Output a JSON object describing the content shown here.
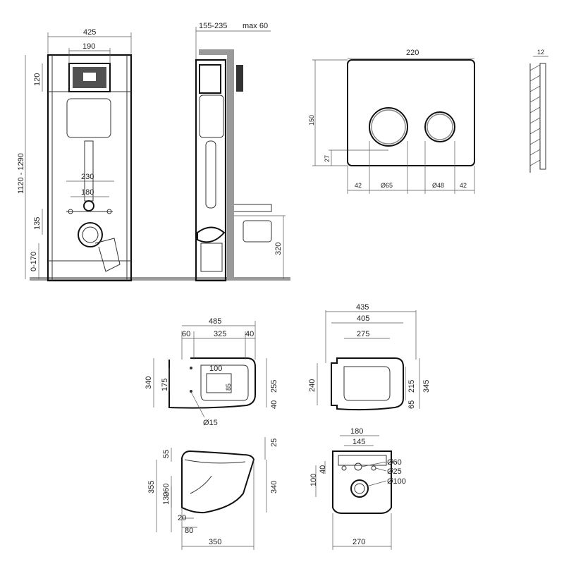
{
  "installation": {
    "width_total": "425",
    "width_panel": "190",
    "height_range": "1120 - 1290",
    "panel_height": "120",
    "stud_spacing_outer": "230",
    "stud_spacing_inner": "180",
    "drain_height": "135",
    "floor_adjust": "0-170",
    "depth_range": "155-235",
    "wall_max": "max 60",
    "side_drain_height": "320"
  },
  "flush_plate": {
    "width": "220",
    "height": "150",
    "thickness": "12",
    "button_offset": "27",
    "left_margin": "42",
    "big_button": "Ø65",
    "small_button": "Ø48",
    "right_margin": "42"
  },
  "bowl_top": {
    "length": "485",
    "left_offset": "60",
    "mid": "325",
    "right_offset": "40",
    "width": "340",
    "bolt_spacing": "175",
    "hole_dia": "Ø15",
    "seat_inner": "100",
    "seat_inner_h": "85",
    "seat_len": "255",
    "seat_bottom": "40"
  },
  "seat_top": {
    "length": "435",
    "inner1": "405",
    "inner2": "275",
    "width": "240",
    "height": "345",
    "inner_h": "215",
    "bottom": "65"
  },
  "bowl_side": {
    "top_offset": "55",
    "height_total": "355",
    "height_mid": "260",
    "height_low": "130",
    "base1": "20",
    "base2": "80",
    "length": "350",
    "rim_height": "25",
    "right_height": "340"
  },
  "bowl_back": {
    "outer": "180",
    "inner": "145",
    "left_h": "40",
    "back_h": "100",
    "d1": "Ø60",
    "d2": "Ø25",
    "d3": "Ø100",
    "width": "270"
  }
}
